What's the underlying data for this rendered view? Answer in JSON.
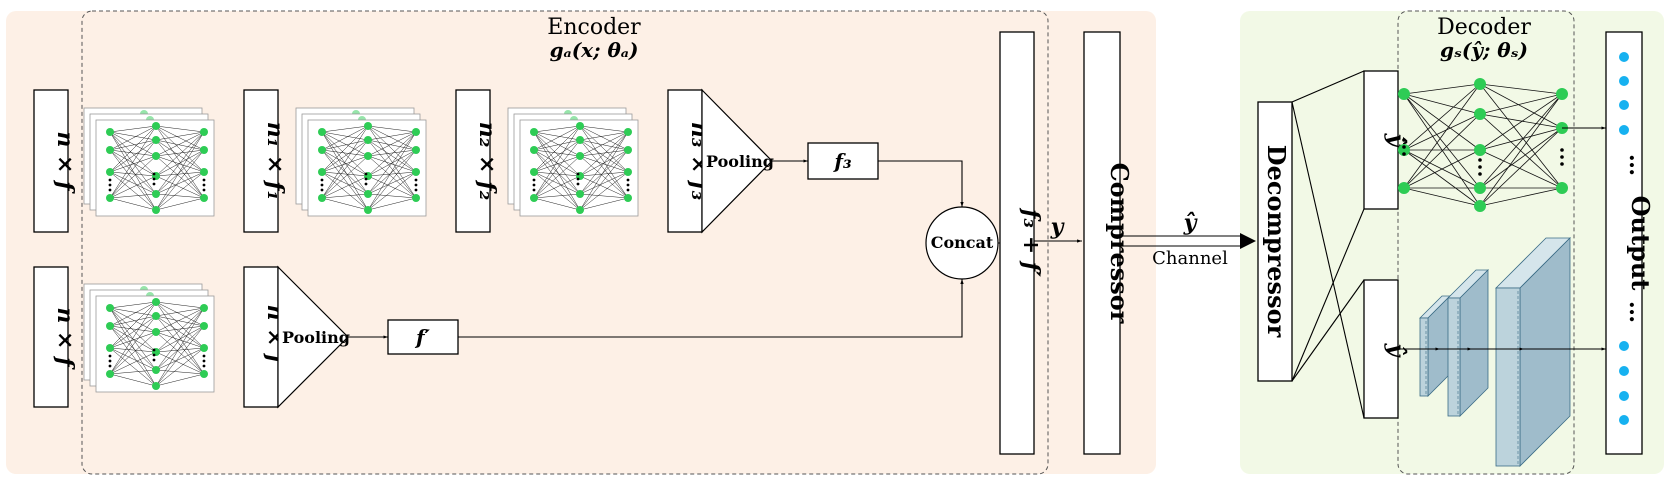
{
  "colors": {
    "encoder_bg": "#fdf0e6",
    "decoder_bg": "#f2f9e6",
    "node_green": "#2ecc55",
    "output_dot": "#16b1f0",
    "conv_fill": "#bcd3dc",
    "conv_stroke": "#3b6c86"
  },
  "encoder": {
    "title": "Encoder",
    "formula": "gₐ(x; θₐ)"
  },
  "decoder": {
    "title": "Decoder",
    "formula": "gₛ(ŷ; θₛ)"
  },
  "top_branch": {
    "input": "n × f",
    "layer1": "n₁ × f₁",
    "layer2": "n₂ × f₂",
    "layer3": "n₃ × f₃",
    "pooling": "Pooling",
    "pooled": "f₃"
  },
  "bottom_branch": {
    "input": "n × f",
    "layer1": "n × f′",
    "pooling": "Pooling",
    "pooled": "f′"
  },
  "concat": "Concat",
  "concat_out": "f₃ + f′",
  "y_label": "y",
  "compressor": "Compressor",
  "channel": {
    "label": "Channel",
    "symbol": "ŷ"
  },
  "decompressor": "Decompressor",
  "decoder_inputs": {
    "top": "ŷ",
    "bottom": "ŷ"
  },
  "output": {
    "label": "Output",
    "dots": "…"
  }
}
